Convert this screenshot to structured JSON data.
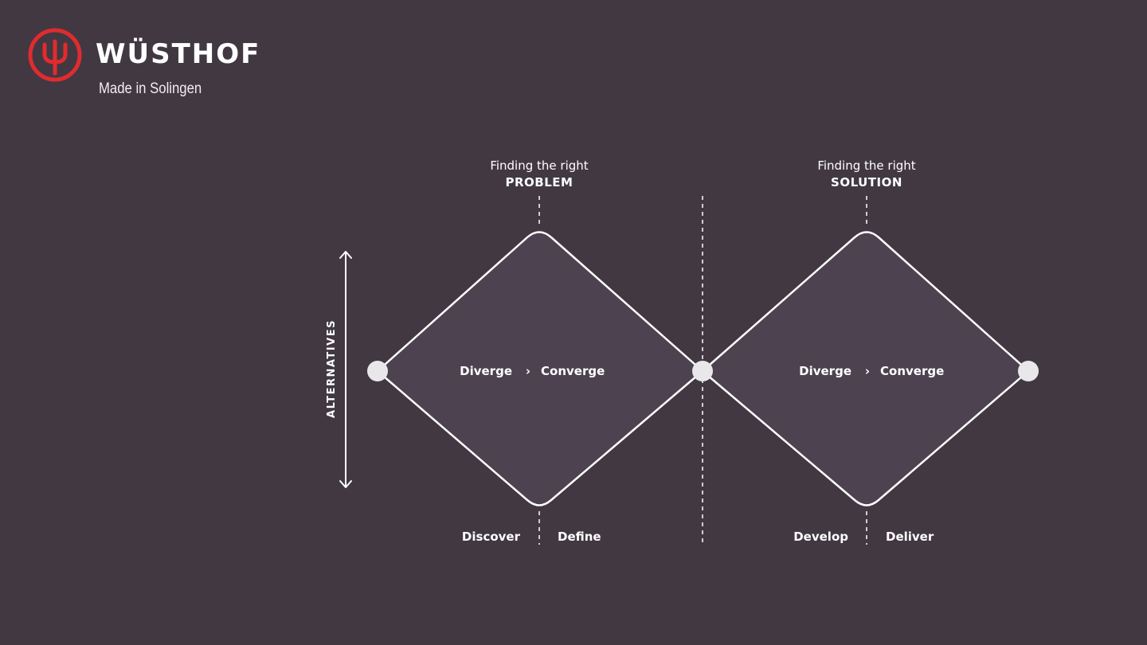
{
  "brand": {
    "name": "WÜSTHOF",
    "tagline": "Made in Solingen",
    "accent_color": "#e02b2f",
    "icon": "trident-logo-icon"
  },
  "diagram": {
    "axis_label": "ALTERNATIVES",
    "diamonds": [
      {
        "heading_light": "Finding the right",
        "heading_bold": "PROBLEM",
        "diverge": "Diverge",
        "separator": "›",
        "converge": "Converge",
        "phase_left": "Discover",
        "phase_right": "Define"
      },
      {
        "heading_light": "Finding the right",
        "heading_bold": "SOLUTION",
        "diverge": "Diverge",
        "separator": "›",
        "converge": "Converge",
        "phase_left": "Develop",
        "phase_right": "Deliver"
      }
    ],
    "colors": {
      "background": "#413842",
      "diamond_fill": "#4d4350",
      "stroke": "#ffffff",
      "node": "#e9e7ea"
    }
  }
}
